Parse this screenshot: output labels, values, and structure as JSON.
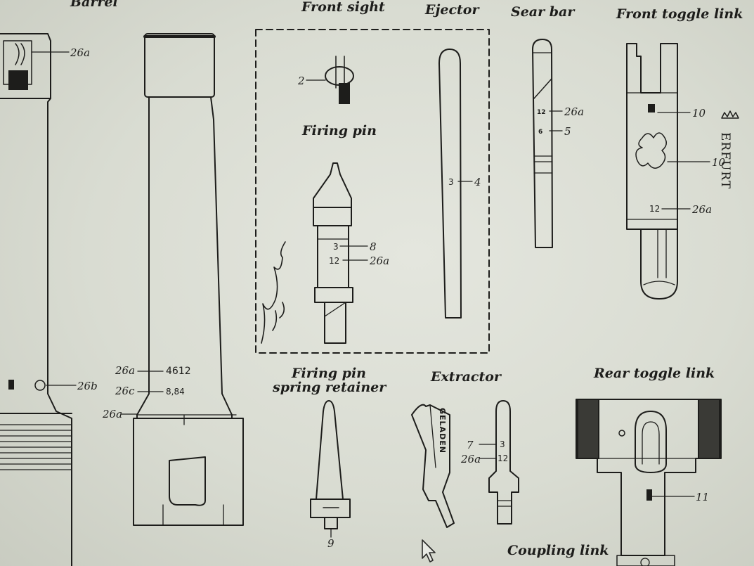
{
  "headings": {
    "barrel": "Barrel",
    "front_sight": "Front sight",
    "ejector": "Ejector",
    "sear_bar": "Sear bar",
    "front_toggle_link": "Front toggle link",
    "firing_pin": "Firing pin",
    "firing_pin_spring_retainer_line1": "Firing pin",
    "firing_pin_spring_retainer_line2": "spring retainer",
    "extractor": "Extractor",
    "rear_toggle_link": "Rear toggle link",
    "coupling_link": "Coupling link"
  },
  "callouts": {
    "barrel_top": "26a",
    "barrel_bottom": "26b",
    "barrel2_a": "26a",
    "barrel2_b": "26c",
    "barrel2_c": "26a",
    "barrel2_serial": "4612",
    "barrel2_bore": "8,84",
    "front_sight": "2",
    "firing_pin_mark1": "3",
    "firing_pin_ref1": "8",
    "firing_pin_mark2": "12",
    "firing_pin_ref2": "26a",
    "ejector_mark": "3",
    "ejector_ref": "4",
    "sear_mark1": "12",
    "sear_ref1": "26a",
    "sear_mark2": "6",
    "sear_ref2": "5",
    "toggle_ref1": "10",
    "toggle_ref2": "10",
    "toggle_mark3": "12",
    "toggle_ref3": "26a",
    "retainer_ref": "9",
    "extractor_mark1": "3",
    "extractor_ref1": "7",
    "extractor_mark2": "12",
    "extractor_ref2": "26a",
    "rear_toggle_ref": "11"
  },
  "stamps": {
    "extractor_marking": "GELADEN",
    "maker": "ERFURT"
  },
  "colors": {
    "paper": "#d9dcd2",
    "ink": "#1d1d1b"
  },
  "icons": {
    "cursor": "mouse-pointer-icon",
    "crown": "crown-icon"
  }
}
